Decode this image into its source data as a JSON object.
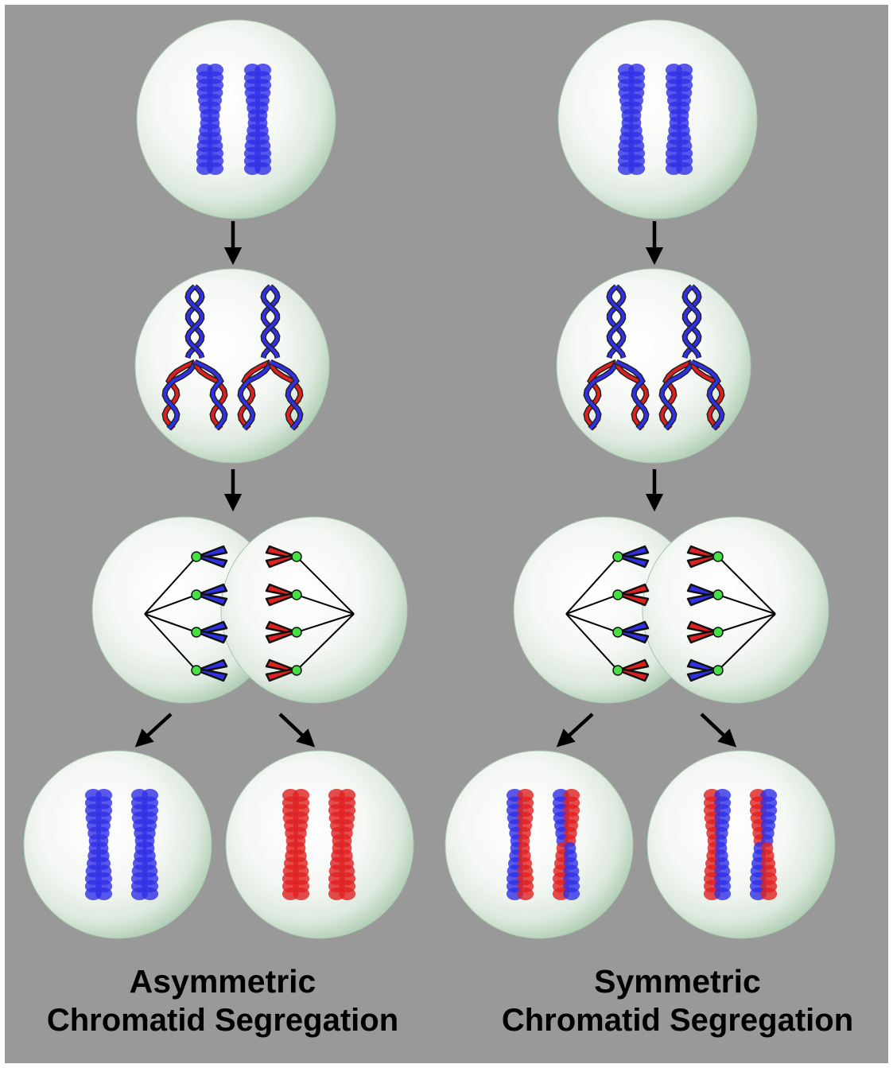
{
  "colors": {
    "background": "#999999",
    "frame": "#ffffff",
    "cell_center": "#ffffff",
    "cell_rim": "#b9d6bd",
    "old_strand": "#3030e6",
    "new_strand": "#e02020",
    "kinetochore": "#44e044",
    "arrow": "#000000",
    "text": "#000000"
  },
  "panels": {
    "left": {
      "caption_line1": "Asymmetric",
      "caption_line2": "Chromatid Segregation"
    },
    "right": {
      "caption_line1": "Symmetric",
      "caption_line2": "Chromatid Segregation"
    }
  },
  "stages": [
    "parent-cell",
    "dna-replication",
    "mitosis",
    "daughter-cells"
  ]
}
